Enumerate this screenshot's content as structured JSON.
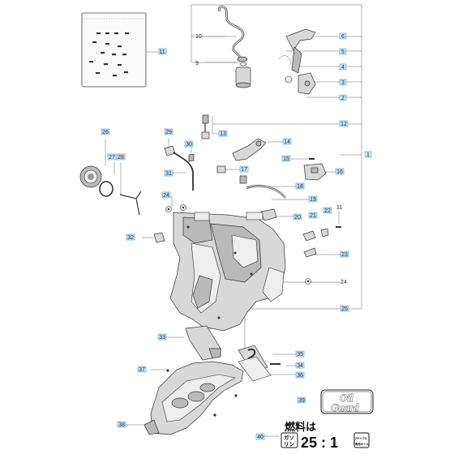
{
  "diagram": {
    "callouts": [
      {
        "id": "c1",
        "label": "1"
      },
      {
        "id": "c2",
        "label": "2"
      },
      {
        "id": "c3",
        "label": "3"
      },
      {
        "id": "c4",
        "label": "4"
      },
      {
        "id": "c5",
        "label": "5"
      },
      {
        "id": "c6",
        "label": "6"
      },
      {
        "id": "c9",
        "label": "9"
      },
      {
        "id": "c10",
        "label": "10"
      },
      {
        "id": "c11a",
        "label": "11"
      },
      {
        "id": "c11b",
        "label": "11"
      },
      {
        "id": "c12",
        "label": "12"
      },
      {
        "id": "c13",
        "label": "13"
      },
      {
        "id": "c14",
        "label": "14"
      },
      {
        "id": "c15",
        "label": "15"
      },
      {
        "id": "c16",
        "label": "16"
      },
      {
        "id": "c17",
        "label": "17"
      },
      {
        "id": "c18",
        "label": "18"
      },
      {
        "id": "c19",
        "label": "19"
      },
      {
        "id": "c20",
        "label": "20"
      },
      {
        "id": "c21",
        "label": "21"
      },
      {
        "id": "c22",
        "label": "22"
      },
      {
        "id": "c23",
        "label": "23"
      },
      {
        "id": "c24a",
        "label": "24"
      },
      {
        "id": "c24b",
        "label": "24"
      },
      {
        "id": "c25",
        "label": "25"
      },
      {
        "id": "c26",
        "label": "26"
      },
      {
        "id": "c27",
        "label": "27"
      },
      {
        "id": "c28",
        "label": "28"
      },
      {
        "id": "c29",
        "label": "29"
      },
      {
        "id": "c30",
        "label": "30"
      },
      {
        "id": "c31",
        "label": "31"
      },
      {
        "id": "c32",
        "label": "32"
      },
      {
        "id": "c33",
        "label": "33"
      },
      {
        "id": "c34",
        "label": "34"
      },
      {
        "id": "c35",
        "label": "35"
      },
      {
        "id": "c36",
        "label": "36"
      },
      {
        "id": "c37",
        "label": "37"
      },
      {
        "id": "c38",
        "label": "38"
      },
      {
        "id": "c39",
        "label": "39"
      },
      {
        "id": "c40",
        "label": "40"
      }
    ],
    "oil_guard_label": [
      "Oil",
      "Guard"
    ],
    "fuel_label": {
      "heading": "燃料は",
      "left_top": "ガソ",
      "left_bottom": "リン",
      "ratio": "25 : 1",
      "right_top": "2サイクル",
      "right_bottom": "専用オイル"
    },
    "colors": {
      "tag_fill": "#cde6f4",
      "tag_stroke": "#5aa0c8",
      "line": "#666666",
      "part_fill": "#d8d8d8"
    }
  }
}
